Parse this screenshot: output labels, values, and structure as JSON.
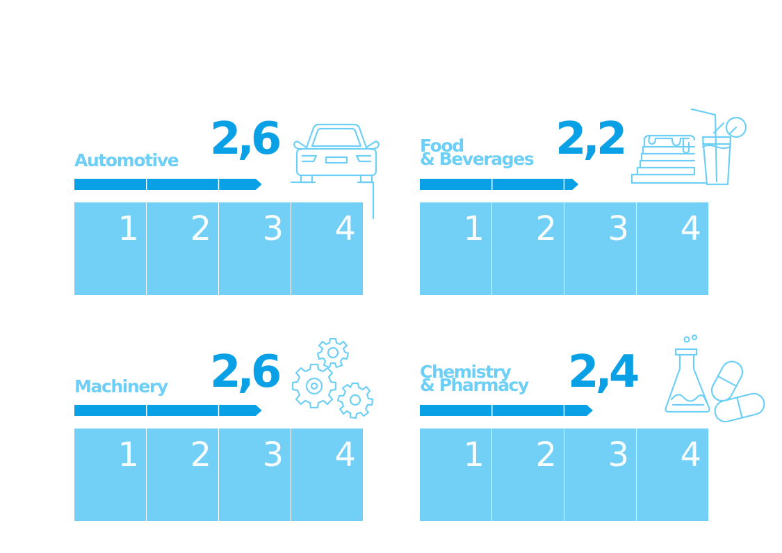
{
  "chart_data": [
    {
      "type": "bar",
      "category": "Automotive",
      "value": 2.6,
      "value_label": "2,6",
      "scale": [
        "1",
        "2",
        "3",
        "4"
      ],
      "xlim": [
        0,
        4
      ],
      "icon": "car-icon"
    },
    {
      "type": "bar",
      "category": "Food\n& Beverages",
      "value": 2.2,
      "value_label": "2,2",
      "scale": [
        "1",
        "2",
        "3",
        "4"
      ],
      "xlim": [
        0,
        4
      ],
      "icon": "pancakes-drink-icon"
    },
    {
      "type": "bar",
      "category": "Machinery",
      "value": 2.6,
      "value_label": "2,6",
      "scale": [
        "1",
        "2",
        "3",
        "4"
      ],
      "xlim": [
        0,
        4
      ],
      "icon": "gears-icon"
    },
    {
      "type": "bar",
      "category": "Chemistry\n& Pharmacy",
      "value": 2.4,
      "value_label": "2,4",
      "scale": [
        "1",
        "2",
        "3",
        "4"
      ],
      "xlim": [
        0,
        4
      ],
      "icon": "flask-pills-icon"
    }
  ],
  "colors": {
    "bar": "#0aa0e6",
    "label": "#6ecff6",
    "grid": "#72cff5",
    "icon": "#6ecff6"
  }
}
